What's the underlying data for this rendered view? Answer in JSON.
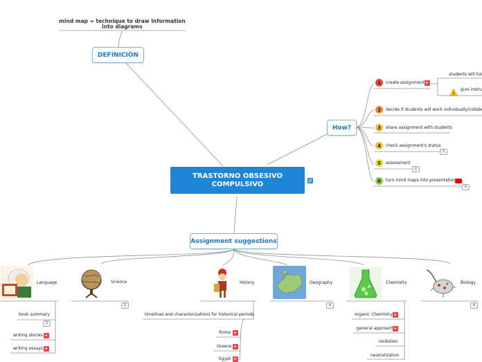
{
  "central": {
    "line1": "TRASTORNO OBSESIVO",
    "line2": "COMPULSIVO"
  },
  "definition": {
    "label": "DEFINICIÓN",
    "text_line1": "mind map = technique to draw information",
    "text_line2": "into diagrams"
  },
  "how": {
    "label": "How?",
    "steps": [
      {
        "num": "1",
        "text": "create assignment"
      },
      {
        "num": "2",
        "text": "decide if students will work individually/collaborati"
      },
      {
        "num": "3",
        "text": "share assignment with students"
      },
      {
        "num": "4",
        "text": "check assignment's status",
        "badge": "1"
      },
      {
        "num": "5",
        "text": "assessment",
        "badge": "2"
      },
      {
        "num": "6",
        "text": "turn mind maps into presentations",
        "badge": "4"
      }
    ],
    "sub1": "students will have",
    "sub2": "give instruc"
  },
  "assignments": {
    "label": "Assignment suggestions",
    "language": {
      "label": "Language",
      "items": [
        "book summary",
        "writing stories",
        "writing essays"
      ],
      "badge": "2"
    },
    "science": {
      "label": "Science",
      "badge": "5"
    },
    "history": {
      "label": "History",
      "items": [
        "timelines and characterizations for historical periods",
        "Rome",
        "Greece",
        "Egypt"
      ]
    },
    "geography": {
      "label": "Geography",
      "badge": "4"
    },
    "chemistry": {
      "label": "Chemistry",
      "items": [
        "organic Chemistry",
        "general approach",
        "oxidation",
        "neutralization"
      ]
    },
    "biology": {
      "label": "Biology",
      "badge": "4"
    }
  },
  "colors": {
    "central": "#1e86d6",
    "node_border": "#7fb3e3",
    "node_text": "#1d77c4",
    "line": "#8a8a8a"
  }
}
